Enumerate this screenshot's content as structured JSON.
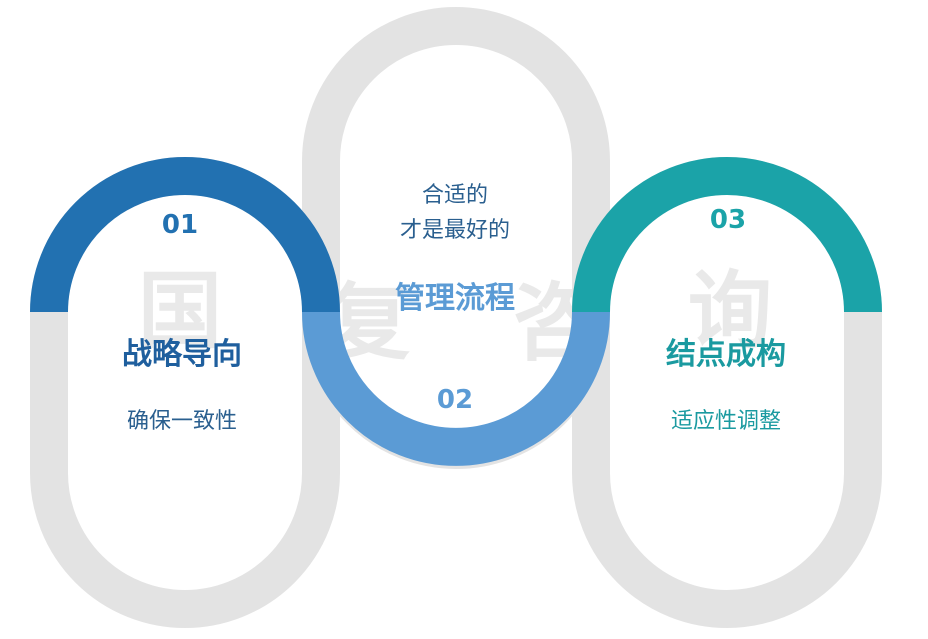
{
  "watermark": [
    "国",
    "复",
    "咨",
    "询"
  ],
  "colors": {
    "track": "#e3e3e3",
    "step1": "#2271b1",
    "step2": "#5b9bd5",
    "step3": "#1ba3a8",
    "title1": "#1f5f9e",
    "title2": "#5b9bd5",
    "title3": "#1a9aa0",
    "sub1": "#2a5f8f",
    "sub2": "#2a5f8f",
    "sub3": "#1a9aa0"
  },
  "steps": [
    {
      "number": "01",
      "title": "战略导向",
      "subtitle": "确保一致性"
    },
    {
      "number": "02",
      "title": "管理流程",
      "subtitle_lines": [
        "合适的",
        "才是最好的"
      ]
    },
    {
      "number": "03",
      "title": "结点成构",
      "subtitle": "适应性调整"
    }
  ]
}
